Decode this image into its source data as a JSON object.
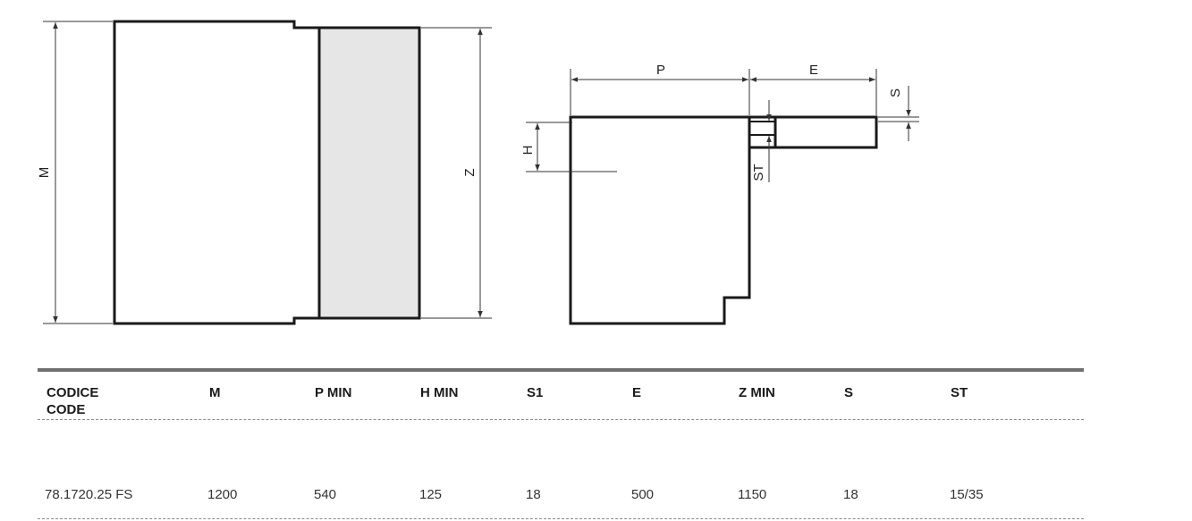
{
  "diagram": {
    "labels": {
      "m": "M",
      "z": "Z",
      "p": "P",
      "e": "E",
      "h": "H",
      "s": "S",
      "st": "ST"
    },
    "colors": {
      "outline": "#1a1a1a",
      "dimension_line": "#333333",
      "door_fill": "#e6e6e6"
    }
  },
  "table": {
    "headers": [
      {
        "line1": "CODICE",
        "line2": "CODE"
      },
      {
        "line1": "M",
        "line2": ""
      },
      {
        "line1": "P MIN",
        "line2": ""
      },
      {
        "line1": "H MIN",
        "line2": ""
      },
      {
        "line1": "S1",
        "line2": ""
      },
      {
        "line1": "E",
        "line2": ""
      },
      {
        "line1": "Z MIN",
        "line2": ""
      },
      {
        "line1": "S",
        "line2": ""
      },
      {
        "line1": "ST",
        "line2": ""
      }
    ],
    "rows": [
      [
        "78.1720.25 FS",
        "1200",
        "540",
        "125",
        "18",
        "500",
        "1150",
        "18",
        "15/35"
      ]
    ],
    "colors": {
      "top_rule": "#707070",
      "dashed_rule": "#8a8a8a"
    }
  }
}
